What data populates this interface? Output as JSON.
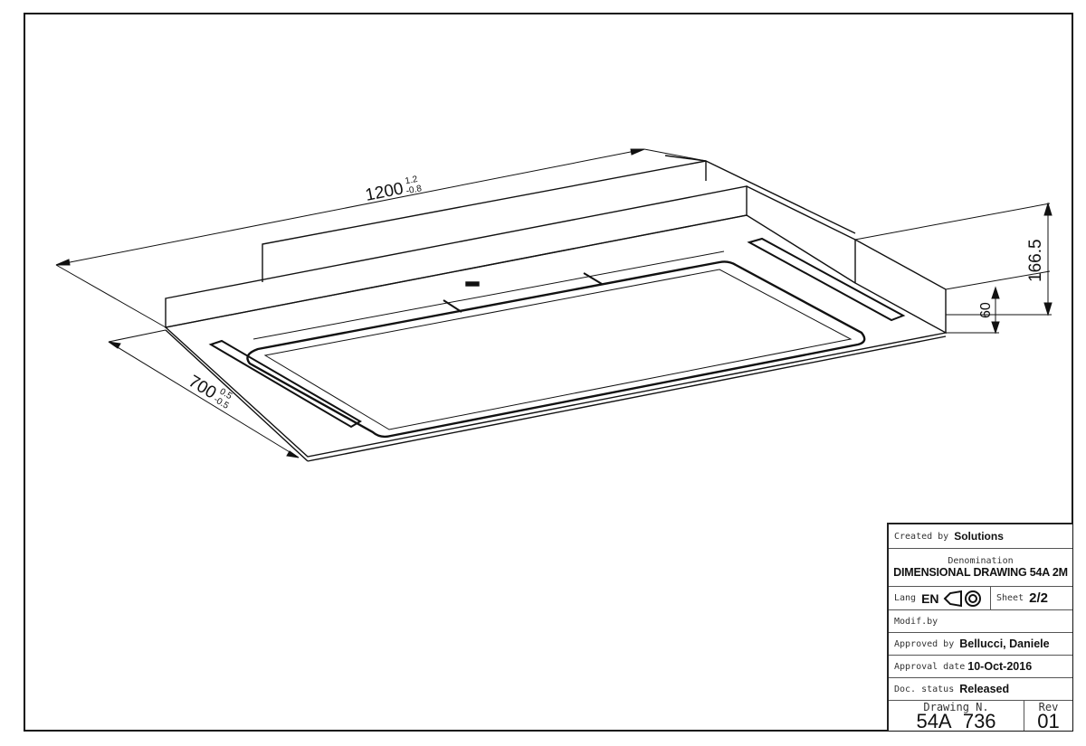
{
  "dimensions": {
    "length": {
      "value": "1200",
      "tol_plus": "1.2",
      "tol_minus": "-0.8"
    },
    "depth": {
      "value": "700",
      "tol_plus": "0.5",
      "tol_minus": "-0.5"
    },
    "total_height": "166.5",
    "plate_height": "60"
  },
  "title_block": {
    "created_by_label": "Created by",
    "created_by": "Solutions",
    "denomination_label": "Denomination",
    "denomination": "DIMENSIONAL DRAWING 54A 2M",
    "lang_label": "Lang",
    "lang": "EN",
    "sheet_label": "Sheet",
    "sheet": "2/2",
    "modif_label": "Modif.by",
    "approved_by_label": "Approved by",
    "approved_by": "Bellucci, Daniele",
    "approval_date_label": "Approval date",
    "approval_date": "10-Oct-2016",
    "doc_status_label": "Doc. status",
    "doc_status": "Released",
    "drawing_no_label": "Drawing N.",
    "drawing_no": "54A_736",
    "rev_label": "Rev",
    "rev": "01"
  }
}
